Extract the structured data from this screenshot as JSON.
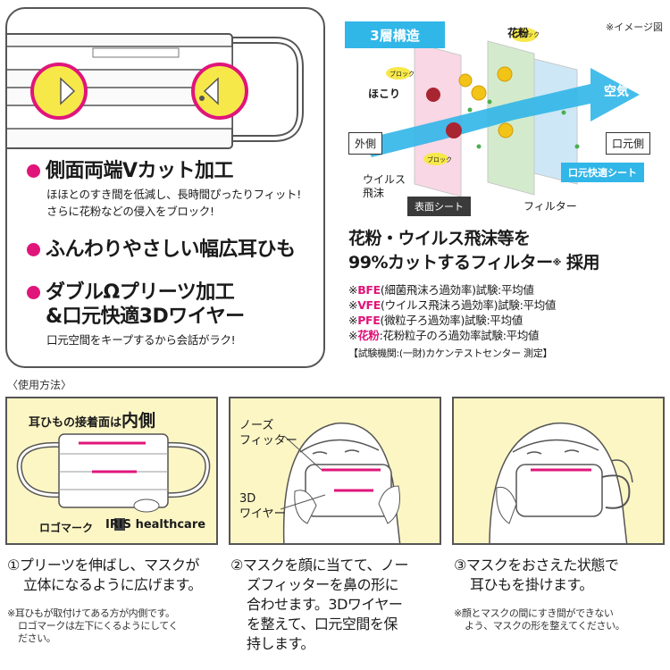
{
  "features": [
    {
      "title": "側面両端Vカット加工",
      "desc_lines": [
        "ほほとのすき間を低減し、長時間ぴったりフィット!",
        "さらに花粉などの侵入をブロック!"
      ]
    },
    {
      "title": "ふんわりやさしい幅広耳ひも",
      "desc_lines": []
    },
    {
      "title_lines": [
        "ダブルΩプリーツ加工",
        "&口元快適3Dワイヤー"
      ],
      "desc_lines": [
        "口元空間をキープするから会話がラク!"
      ]
    }
  ],
  "structure": {
    "badge": "3層構造",
    "image_note": "※イメージ図",
    "kafun": "花粉",
    "hokori": "ほこり",
    "virus_lines": [
      "ウイルス",
      "飛沫"
    ],
    "block": "ブロック",
    "outside": "外側",
    "mouth_side": "口元側",
    "air": "空気",
    "surface_sheet": "表面シート",
    "filter": "フィルター",
    "mouth_sheet": "口元快適シート"
  },
  "claim": {
    "title_line1": "花粉・ウイルス飛沫等を",
    "title_line2": "99%カットするフィルター",
    "note_mark": "※",
    "title_suffix": "採用",
    "notes": [
      {
        "prefix": "※",
        "key": "BFE",
        "rest": "(細菌飛沫ろ過効率)試験:平均値"
      },
      {
        "prefix": "※",
        "key": "VFE",
        "rest": "(ウイルス飛沫ろ過効率)試験:平均値"
      },
      {
        "prefix": "※",
        "key": "PFE",
        "rest": "(微粒子ろ過効率)試験:平均値"
      },
      {
        "prefix": "※",
        "key": "花粉",
        "rest": ":花粉粒子のろ過効率試験:平均値"
      }
    ],
    "test_org": "【試験機関:(一財)カケンテストセンター 測定】"
  },
  "usage": {
    "title": "〈使用方法〉",
    "step1": {
      "heading_a": "耳ひもの接着面は",
      "heading_b": "内側",
      "logo_label": "ロゴマーク",
      "brand": "IRIS healthcare",
      "text_lines": [
        "①プリーツを伸ばし、マスクが",
        "立体になるように広げます。"
      ],
      "note_lines": [
        "※耳ひもが取付けてある方が内側です。",
        "ロゴマークは左下にくるようにしてく",
        "ださい。"
      ]
    },
    "step2": {
      "nose_lines": [
        "ノーズ",
        "フィッター"
      ],
      "wire_lines": [
        "3D",
        "ワイヤー"
      ],
      "text_lines": [
        "②マスクを顔に当てて、ノー",
        "ズフィッターを鼻の形に",
        "合わせます。3Dワイヤー",
        "を整えて、口元空間を保",
        "持します。"
      ]
    },
    "step3": {
      "text_lines": [
        "③マスクをおさえた状態で",
        "耳ひもを掛けます。"
      ],
      "note_lines": [
        "※顔とマスクの間にすき間ができない",
        "よう、マスクの形を整えてください。"
      ]
    }
  },
  "colors": {
    "accent_pink": "#e0157a",
    "accent_blue": "#31b6e8",
    "panel_yellow": "#fcf6c5",
    "pollen_yellow": "#f1c417"
  }
}
